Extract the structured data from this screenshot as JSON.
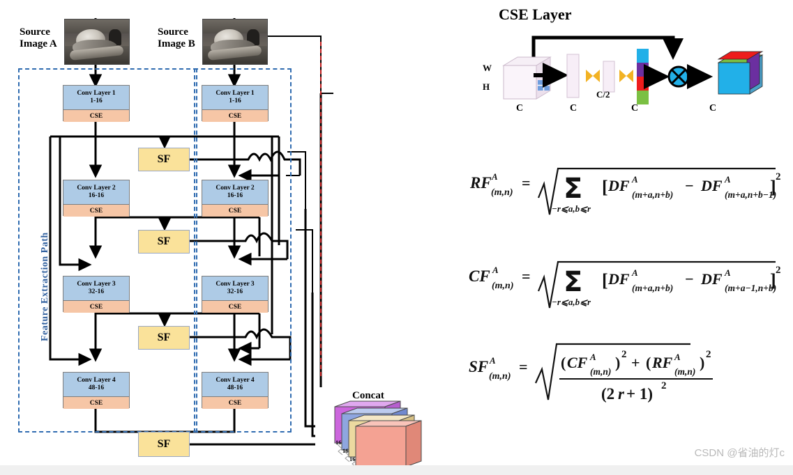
{
  "figure": {
    "left_panel": {
      "sources": [
        {
          "label_line1": "Source",
          "label_line2": "Image A",
          "name": "source-image-a"
        },
        {
          "label_line1": "Source",
          "label_line2": "Image B",
          "name": "source-image-b"
        }
      ],
      "path_label": "Feature Extraction Path",
      "conv_layers": [
        {
          "title": "Conv Layer 1",
          "channels": "1-16",
          "sub": "CSE"
        },
        {
          "title": "Conv Layer 2",
          "channels": "16-16",
          "sub": "CSE"
        },
        {
          "title": "Conv Layer 3",
          "channels": "32-16",
          "sub": "CSE"
        },
        {
          "title": "Conv Layer 4",
          "channels": "48-16",
          "sub": "CSE"
        }
      ],
      "sf_blocks": [
        "SF",
        "SF",
        "SF",
        "SF"
      ],
      "concat": {
        "label": "Concat",
        "dims": [
          "16",
          "16",
          "16",
          "16"
        ],
        "slice_colors": [
          "#cc66dd",
          "#8fa6e0",
          "#ecd9a0",
          "#f4a293"
        ]
      },
      "colors": {
        "conv_fill": "#aecbe6",
        "cse_fill": "#f6c6a6",
        "sf_fill": "#fae29a",
        "dashed_blue": "#2f6bb0",
        "dashed_red": "#c01a1a"
      }
    },
    "right_panel": {
      "title": "CSE Layer",
      "cse_diagram": {
        "w_label": "W",
        "h_label": "H",
        "c_labels": [
          "C",
          "C",
          "C/2",
          "C",
          "C"
        ],
        "bar_colors": [
          "#22b0e8",
          "#6b2fa0",
          "#ee1c1c",
          "#7bc043"
        ],
        "output_colors": [
          "#22b0e8",
          "#ee1c1c",
          "#7bc043",
          "#6b2fa0"
        ],
        "multiply_symbol": "⊗"
      },
      "equations": [
        {
          "name": "row-feature-equation",
          "lhs": "RF",
          "lhs_sup": "A",
          "lhs_sub": "(m,n)",
          "eq": "=",
          "sum_sub": "−r⩽a,b⩽r",
          "term1": "DF",
          "term1_sup": "A",
          "term1_sub": "(m+a,n+b)",
          "minus": "−",
          "term2": "DF",
          "term2_sup": "A",
          "term2_sub": "(m+a,n+b−1)",
          "power": "2"
        },
        {
          "name": "column-feature-equation",
          "lhs": "CF",
          "lhs_sup": "A",
          "lhs_sub": "(m,n)",
          "eq": "=",
          "sum_sub": "−r⩽a,b⩽r",
          "term1": "DF",
          "term1_sup": "A",
          "term1_sub": "(m+a,n+b)",
          "minus": "−",
          "term2": "DF",
          "term2_sup": "A",
          "term2_sub": "(m+a−1,n+b)",
          "power": "2"
        },
        {
          "name": "spatial-frequency-equation",
          "lhs": "SF",
          "lhs_sup": "A",
          "lhs_sub": "(m,n)",
          "eq": "=",
          "num_t1": "CF",
          "num_t1_sup": "A",
          "num_t1_sub": "(m,n)",
          "num_t1_pow": "2",
          "plus": "+",
          "num_t2": "RF",
          "num_t2_sup": "A",
          "num_t2_sub": "(m,n)",
          "num_t2_pow": "2",
          "denom": "(2r + 1)",
          "denom_pow": "2"
        }
      ]
    },
    "watermark": "CSDN @省油的灯c"
  }
}
